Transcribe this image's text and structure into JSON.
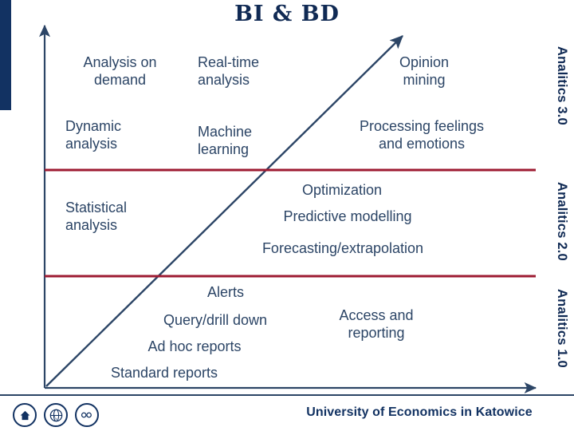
{
  "slide": {
    "title": "BI & BD",
    "org": "University of Economics in Katowice"
  },
  "colors": {
    "navy": "#102A54",
    "axis": "#2C4566",
    "text": "#2C4566",
    "divider_red": "#9E1B32",
    "left_bar": "#123262"
  },
  "icons": {
    "home": "home-icon",
    "globe": "globe-icon",
    "infinity": "infinity-icon"
  },
  "stages": [
    {
      "label": "Analitics 3.0"
    },
    {
      "label": "Analitics 2.0"
    },
    {
      "label": "Analitics 1.0"
    }
  ],
  "labels": {
    "analysis_on_demand": "Analysis on\ndemand",
    "real_time_analysis": "Real-time\nanalysis",
    "opinion_mining": "Opinion\nmining",
    "dynamic_analysis": "Dynamic\nanalysis",
    "machine_learning": "Machine\nlearning",
    "processing_feelings": "Processing feelings\nand emotions",
    "statistical_analysis": "Statistical\nanalysis",
    "optimization": "Optimization",
    "predictive_modelling": "Predictive modelling",
    "forecasting": "Forecasting/extrapolation",
    "alerts": "Alerts",
    "query_drill_down": "Query/drill down",
    "ad_hoc_reports": "Ad hoc reports",
    "standard_reports": "Standard reports",
    "access_and_reporting": "Access and\nreporting"
  },
  "chart_data": {
    "type": "scatter",
    "title": "BI & BD",
    "xlabel": "",
    "ylabel": "",
    "grid": false,
    "legend": "none",
    "axes": {
      "y_axis": {
        "x": 56,
        "y_top": 30,
        "y_bottom": 486,
        "arrow": "up"
      },
      "x_axis": {
        "y": 486,
        "x_left": 56,
        "x_right": 676,
        "arrow": "right"
      },
      "trend_line": {
        "x1": 56,
        "y1": 486,
        "x2": 508,
        "y2": 42,
        "arrow": "up-right"
      }
    },
    "bands": [
      {
        "name": "Analitics 3.0",
        "y_range": [
          30,
          213
        ],
        "items": [
          "Analysis on demand",
          "Real-time analysis",
          "Opinion mining",
          "Dynamic analysis",
          "Machine learning",
          "Processing feelings and emotions"
        ]
      },
      {
        "name": "Analitics 2.0",
        "y_range": [
          213,
          346
        ],
        "items": [
          "Statistical analysis",
          "Optimization",
          "Predictive modelling",
          "Forecasting/extrapolation"
        ]
      },
      {
        "name": "Analitics 1.0",
        "y_range": [
          346,
          486
        ],
        "items": [
          "Alerts",
          "Query/drill down",
          "Ad hoc reports",
          "Standard reports",
          "Access and reporting"
        ]
      }
    ],
    "dividers": [
      {
        "y": 213,
        "color": "#9E1B32"
      },
      {
        "y": 346,
        "color": "#9E1B32"
      }
    ]
  }
}
